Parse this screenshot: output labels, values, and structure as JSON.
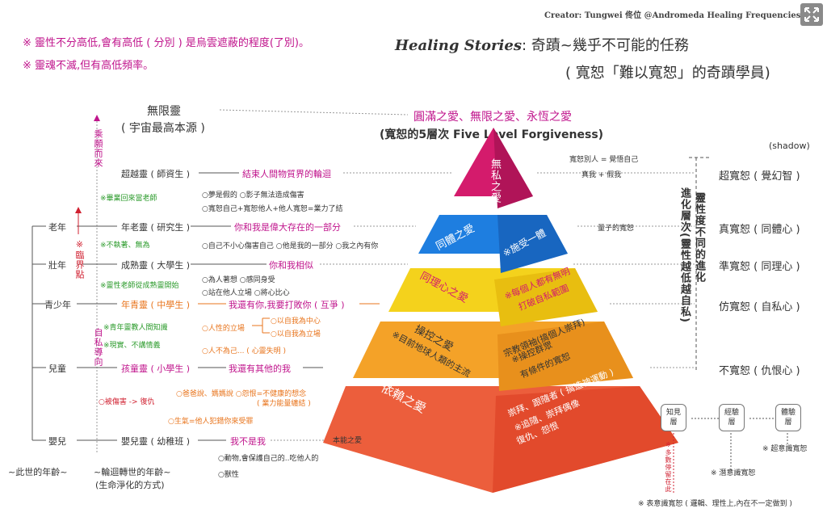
{
  "header": {
    "creator": "Creator: Tungwei 佟位 @Andromeda Healing Frequencies",
    "title_en": "Healing Stories",
    "title_zh": ": 奇蹟~幾乎不可能的任務",
    "subtitle": "( 寬恕「難以寬恕」的奇蹟學員)",
    "expand_icon": "expand-icon"
  },
  "notes": {
    "line1": "※ 靈性不分高低,會有高低 ( 分別 ) 是烏雲遮蔽的程度(了別)。",
    "line2": "※ 靈魂不滅,但有高低頻率。"
  },
  "top": {
    "infinite": "無限靈",
    "infinite_sub": "( 宇宙最高本源 )",
    "love": "圓滿之愛、無限之愛、永恆之愛",
    "five_level": "(寬恕的5層次 Five Level Forgiveness)"
  },
  "left_axis": {
    "vert_top": "乘願而來",
    "vert_mid": "※臨界點",
    "vert_low": "自私導向",
    "ages": [
      "老年",
      "壯年",
      "青少年",
      "兒童",
      "嬰兒"
    ],
    "bottom_left": "~此世的年齡~",
    "bottom_mid": "~輪迴轉世的年齡~",
    "bottom_mid2": "(生命淨化的方式)"
  },
  "levels": [
    {
      "name": "超越靈 ( 師資生 )",
      "phrase": "結束人間物質界的輪迴"
    },
    {
      "name": "年老靈 ( 研究生 )",
      "phrase": "你和我是偉大存在的一部分"
    },
    {
      "name": "成熟靈 ( 大學生 )",
      "phrase": "你和我相似"
    },
    {
      "name": "年青靈 ( 中學生 )",
      "phrase": "我還有你,我要打敗你 ( 互爭 )"
    },
    {
      "name": "孩童靈 ( 小學生 )",
      "phrase": "我還有其他的我"
    },
    {
      "name": "嬰兒靈 ( 幼稚班 )",
      "phrase": "我不是我"
    }
  ],
  "side_notes": {
    "n1": "※畢業回來當老師",
    "n2": "※不執著、無為",
    "n3": "※靈性老師從成熟靈開始",
    "n4": "※青年靈教人間知識",
    "n5": "※現實、不講情義",
    "n6": "○被傷害 -> 復仇"
  },
  "details": {
    "d1a": "○夢是假的   ○影子無法造成傷害",
    "d1b": "○寬恕自己+寬恕他人+他人寬恕=業力了結",
    "d2": "○自己不小心傷害自己 ○他是我的一部分  ○我之內有你",
    "d3a": "○為人著想       ○感同身受",
    "d3b": "○站在他人立場   ○將心比心",
    "d4a": "○人性的立場",
    "d4b": "○以自我為中心",
    "d4c": "○以自我為立場",
    "d4d": "○人不為己...  ( 心靈失明 )",
    "d5a": "○爸爸說、媽媽說  ○怨恨=不健康的想念",
    "d5b": "( 業力能量纏結 )",
    "d5c": "○生氣=他人犯錯你來受罪",
    "d6a": "本能之愛",
    "d6b": "○動物,會保護自己的..吃他人的",
    "d6c": "○獸性"
  },
  "pyramid": {
    "l1": "無私之愛",
    "l2a": "同體之愛",
    "l2b": "※施受一體",
    "l3a": "同理心之愛",
    "l3b": "※每個人都有無明",
    "l3c": "打破自私範圍",
    "l4a": "操控之愛",
    "l4b": "※目前地球人類的主流",
    "l4c": "宗教領袖(搞個人崇拜)",
    "l4d": "※操控群眾",
    "l4e": "有條件的寬恕",
    "l5a": "依賴之愛",
    "l5b": "崇拜、跟隨者 ( 搞造神運動 )",
    "l5c": "※追隨、崇拜偶像",
    "l5d": "復仇、怨恨"
  },
  "right": {
    "shadow": "(shadow)",
    "r_note1": "寬恕別人 = 覺悟自己",
    "r_note2": "真我 + 假我",
    "r_note3": "量子的寬恕",
    "vert_a": "進化層次(靈性越低越自私)",
    "vert_b": "靈性度不同的進化",
    "forgiveness": [
      "超寬恕 ( 覺幻智 )",
      "真寬恕 ( 同體心 )",
      "準寬恕 ( 同理心 )",
      "仿寬恕 ( 自私心 )",
      "不寬恕 ( 仇恨心 )"
    ],
    "box1": "知見層",
    "box2": "經驗層",
    "box3": "體驗層",
    "vert_red": "※多數停留在此",
    "b1": "※ 超意識寬恕",
    "b2": "※ 潛意識寬恕",
    "b3": "※ 表意識寬恕 ( 邏輯、理性上,內在不一定做到 )"
  }
}
